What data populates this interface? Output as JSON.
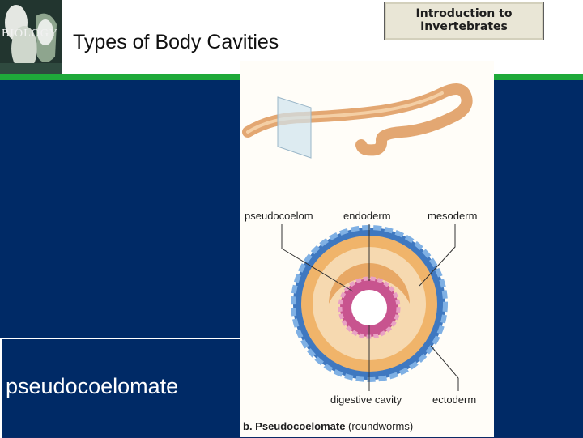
{
  "header": {
    "title": "Types of Body Cavities",
    "book_cover": {
      "title": "BIOLOGY"
    },
    "course_badge": "Introduction to\nInvertebrates"
  },
  "body": {
    "term": "pseudocoelomate"
  },
  "figure": {
    "labels": {
      "pseudocoelom": "pseudocoelom",
      "endoderm": "endoderm",
      "mesoderm": "mesoderm",
      "digestive_cavity": "digestive cavity",
      "ectoderm": "ectoderm"
    },
    "caption_bold": "b. Pseudocoelomate",
    "caption_rest": " (roundworms)"
  },
  "colors": {
    "background": "#002a66",
    "accent_bar": "#1ea93a",
    "ectoderm": "#3f78c0",
    "mesoderm": "#f0b46a",
    "endoderm": "#c8548f"
  }
}
